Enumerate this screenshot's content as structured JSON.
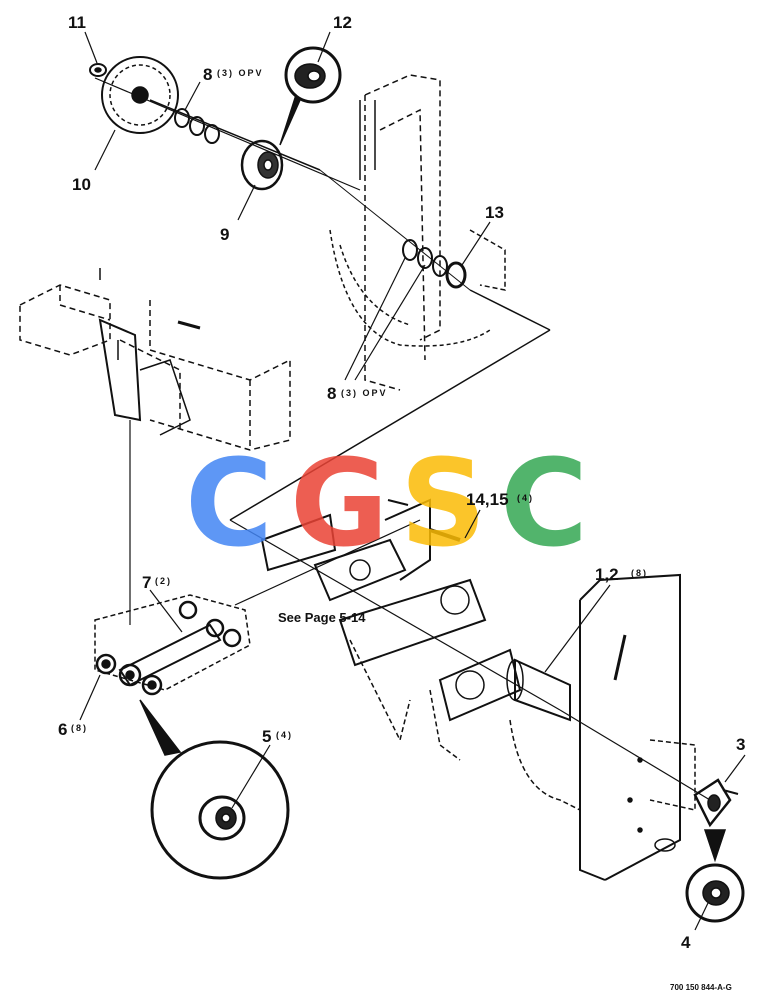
{
  "callouts": {
    "c1": "1,2",
    "c1_qty": "(8)",
    "c3": "3",
    "c4": "4",
    "c5": "5",
    "c5_qty": "(4)",
    "c6": "6",
    "c6_qty": "(8)",
    "c7": "7",
    "c7_qty": "(2)",
    "c8a": "8",
    "c8a_qty": "(3) OPV",
    "c8b": "8",
    "c8b_qty": "(3) OPV",
    "c9": "9",
    "c10": "10",
    "c11": "11",
    "c12": "12",
    "c13": "13",
    "c14": "14,15",
    "c14_qty": "(4)"
  },
  "note": "See Page 5-14",
  "drawing_number": "700 150 844-A-G",
  "watermark": {
    "letters": [
      "C",
      "G",
      "S",
      "C"
    ],
    "colors": [
      "#4285F4",
      "#EA4335",
      "#FBBC05",
      "#34A853"
    ]
  }
}
